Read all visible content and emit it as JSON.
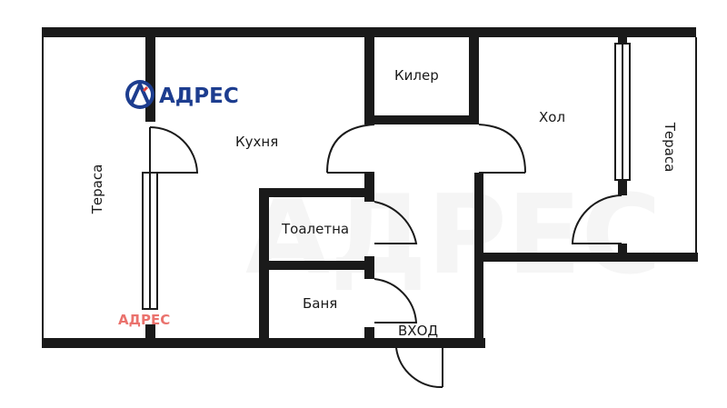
{
  "logo": {
    "text": "АДРЕС",
    "color": "#1d3d8f",
    "accent": "#e3433d"
  },
  "watermark": {
    "text": "АДРЕС",
    "color": "#e3433d"
  },
  "rooms": {
    "terrace_left": "Тераса",
    "kitchen": "Кухня",
    "pantry": "Килер",
    "toilet": "Тоалетна",
    "bathroom": "Баня",
    "hall": "Хол",
    "terrace_right": "Тераса",
    "entrance": "ВХОД"
  },
  "colors": {
    "wall": "#1a1a1a",
    "background": "#ffffff"
  }
}
